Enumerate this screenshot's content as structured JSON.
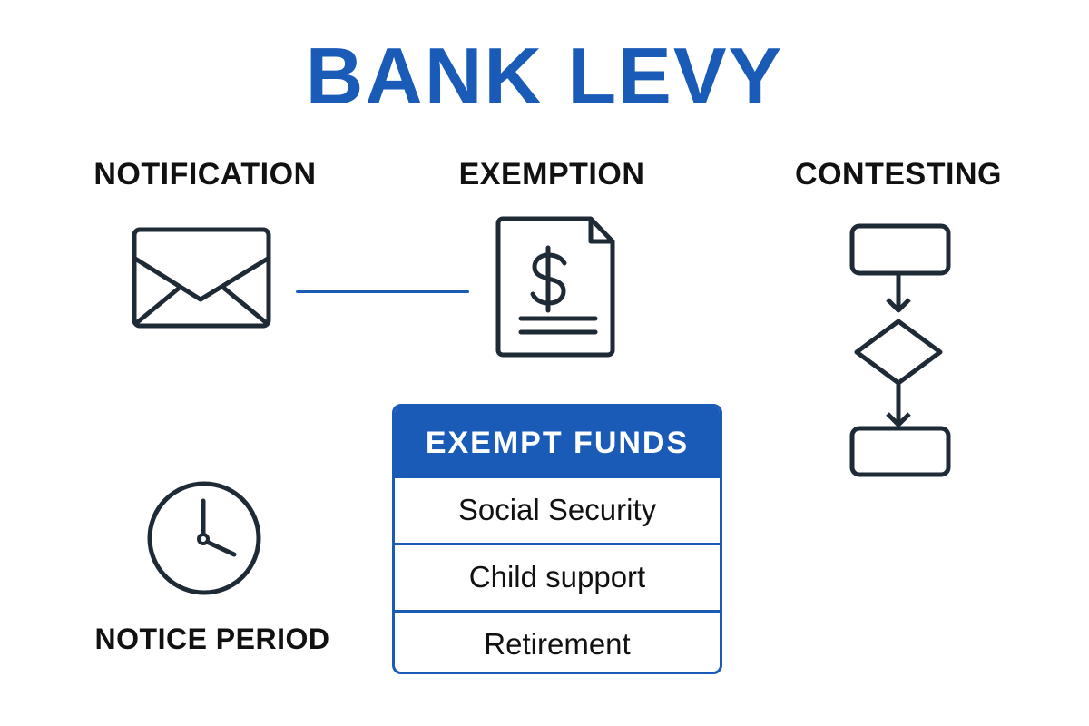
{
  "title": "BANK LEVY",
  "sections": {
    "notification": {
      "label": "NOTIFICATION",
      "icon": "envelope-icon"
    },
    "exemption": {
      "label": "EXEMPTION",
      "icon": "dollar-document-icon"
    },
    "contesting": {
      "label": "CONTESTING",
      "icon": "flowchart-icon"
    },
    "notice_period": {
      "label": "NOTICE PERIOD",
      "icon": "clock-icon"
    }
  },
  "exempt_funds": {
    "header": "EXEMPT FUNDS",
    "items": [
      "Social Security",
      "Child support",
      "Retirement"
    ]
  },
  "colors": {
    "accent": "#1a5bb8",
    "icon_stroke": "#1e2a36",
    "text": "#111111",
    "background": "#ffffff"
  }
}
